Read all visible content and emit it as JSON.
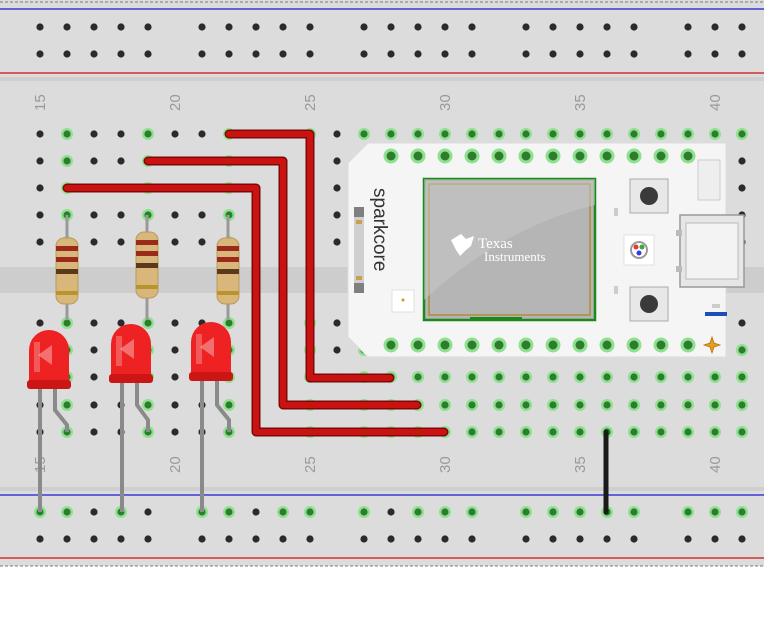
{
  "breadboard": {
    "column_labels": [
      "15",
      "20",
      "25",
      "30",
      "35",
      "40"
    ],
    "colors": {
      "board": "#dcdcdc",
      "rail_red": "#d01010",
      "rail_blue": "#1b1bd6",
      "hole_active": "#2e7d2e",
      "hole_glow": "#8fe08f",
      "hole_plain": "#2b2b2b"
    }
  },
  "spark_core": {
    "label": "sparkcore",
    "chip_brand_line1": "Texas",
    "chip_brand_line2": "Instruments",
    "colors": {
      "board": "#f5f5f5",
      "module": "#b5b5b5",
      "module_border": "#1b8a1b"
    }
  },
  "components": {
    "wire_color": "#cc1111",
    "ground_wire_color": "#1a1a1a",
    "led_color": "#ee2222",
    "resistor_color": "#d9b77a"
  }
}
